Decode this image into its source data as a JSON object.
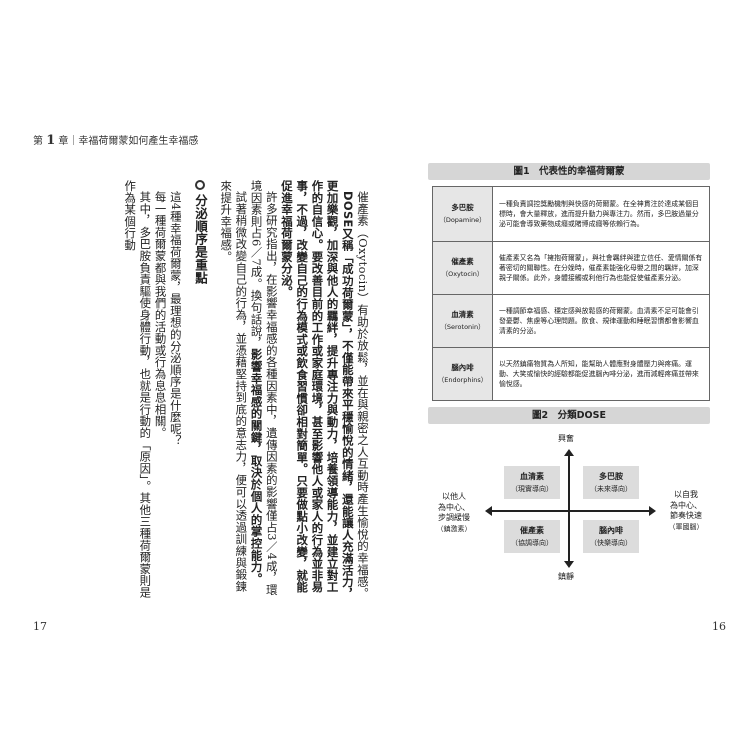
{
  "left_page": {
    "running_head": {
      "chapter_prefix": "第",
      "chapter_number": "1",
      "chapter_suffix": "章｜幸福荷爾蒙如何產生幸福感"
    },
    "paragraphs": [
      {
        "type": "text",
        "text": "催產素（Oxytocin）有助於放鬆，並在與親密之人互動時產生愉悅的幸福感。"
      },
      {
        "type": "bold",
        "text": "DOSE又稱「成功荷爾蒙」，不僅能帶來平穩愉悅的情緒，還能讓人充滿活力，更加樂觀，加深與他人的羈絆，提升專注力與動力，培養領導能力，並建立對工作的自信心。要改善目前的工作或家庭環境，甚至影響他人或家人的行為並非易事，不過，改變自己的行為模式或飲食習慣卻相對簡單。只要做點小改變，就能促進幸福荷爾蒙分泌。"
      },
      {
        "type": "text",
        "text": "許多研究指出，在影響幸福感的各種因素中，遺傳因素的影響僅占3／4成，環境因素則占6／7成。換句話說，",
        "bold_tail": "影響幸福感的關鍵，取決於個人的掌控能力。"
      },
      {
        "type": "text",
        "text": "試著稍微改變自己的行為，並憑藉堅持到底的意志力，便可以透過訓練與鍛鍊來提升幸福感。"
      },
      {
        "type": "section",
        "text": "分泌順序是重點"
      },
      {
        "type": "text",
        "text": "這4種幸福荷爾蒙，最理想的分泌順序是什麼呢？"
      },
      {
        "type": "text",
        "text": "每一種荷爾蒙都與我們的活動或行為息息相關。"
      },
      {
        "type": "text",
        "text": "其中，多巴胺負責驅使身體行動，也就是行動的「原因」。其他三種荷爾蒙則是作為某個行動"
      }
    ],
    "page_number": "17"
  },
  "right_page": {
    "figure1": {
      "title": "圖1　代表性的幸福荷爾蒙",
      "rows": [
        {
          "name": "多巴胺",
          "english": "（Dopamine）",
          "description": "一種負責調控獎勵機制與快感的荷爾蒙。在全神貫注於達成某個目標時，會大量釋放，進而提升動力與專注力。然而，多巴胺過量分泌可能會導致藥物成癮或賭博成癮等依賴行為。"
        },
        {
          "name": "催產素",
          "english": "（Oxytocin）",
          "description": "催產素又名為「擁抱荷爾蒙」，與社會羈絆與建立信任、愛情關係有著密切的關聯性。在分娩時，催產素能強化母嬰之間的羈絆，加深親子關係。此外，身體接觸或利他行為也能促使催產素分泌。"
        },
        {
          "name": "血清素",
          "english": "（Serotonin）",
          "description": "一種調節幸福感、穩定感與放鬆感的荷爾蒙。血清素不足可能會引發憂鬱、焦慮等心理問題。飲食、規律運動和睡眠習慣都會影響血清素的分泌。"
        },
        {
          "name": "腦內啡",
          "english": "（Endorphins）",
          "description": "以天然鎮痛物質為人所知，能幫助人體應對身體壓力與疼痛。運動、大笑或愉快的經驗都能促進腦內啡分泌，進而減輕疼痛並帶來愉悅感。"
        }
      ]
    },
    "figure2": {
      "title": "圖2　分類DOSE",
      "axis_top": "興奮",
      "axis_bottom": "鎮靜",
      "axis_left": [
        "以他人",
        "為中心、",
        "步調緩慢",
        "（鎮激素）"
      ],
      "axis_right": [
        "以自我",
        "為中心、",
        "節奏快速",
        "（軍國腦）"
      ],
      "quadrants": {
        "top_left": {
          "name": "血清素",
          "sub": "（現實導向）"
        },
        "top_right": {
          "name": "多巴胺",
          "sub": "（未來導向）"
        },
        "bottom_left": {
          "name": "催產素",
          "sub": "（協調導向）"
        },
        "bottom_right": {
          "name": "腦內啡",
          "sub": "（快樂導向）"
        }
      }
    },
    "page_number": "16"
  }
}
